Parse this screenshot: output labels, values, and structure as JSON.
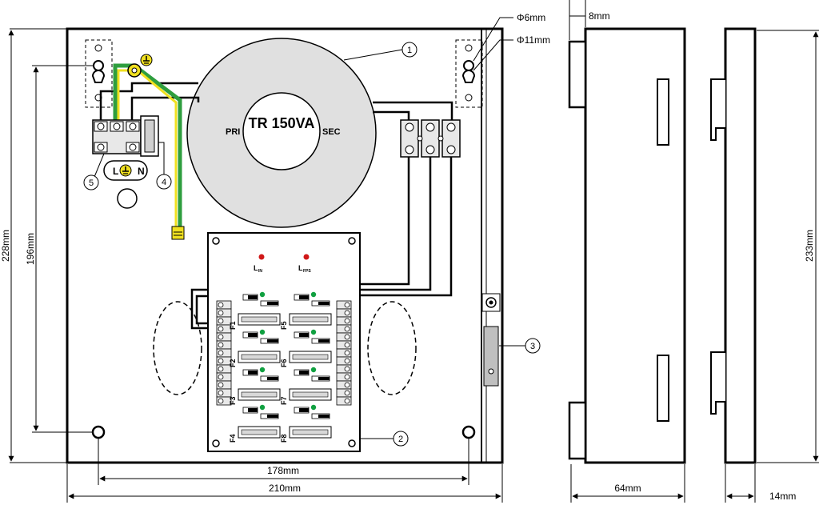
{
  "dimensions": {
    "height_outer": "228mm",
    "height_inner": "196mm",
    "width_outer": "210mm",
    "width_inner": "178mm",
    "hole_small": "Φ6mm",
    "hole_large": "Φ11mm",
    "side_width": "64mm",
    "side_tab": "8mm",
    "side_height": "233mm",
    "profile_width": "14mm"
  },
  "transformer": {
    "label": "TR 150VA",
    "pri": "PRI",
    "sec": "SEC"
  },
  "mains": {
    "l": "L",
    "n": "N"
  },
  "board": {
    "led1": "L",
    "led1_sub": "IN",
    "led2": "L",
    "led2_sub": "FPS",
    "fuses_left": [
      "F1",
      "F2",
      "F3",
      "F4"
    ],
    "fuses_right": [
      "F5",
      "F6",
      "F7",
      "F8"
    ]
  },
  "callouts": [
    "1",
    "2",
    "3",
    "4",
    "5"
  ],
  "colors": {
    "line": "#000000",
    "earth_green": "#2e9e3e",
    "earth_yellow": "#f0e020",
    "led_red": "#d01818",
    "led_green": "#10a040",
    "tamper": "#bfbfbf",
    "board": "#ffffff",
    "terminal": "#e8e8e8"
  }
}
